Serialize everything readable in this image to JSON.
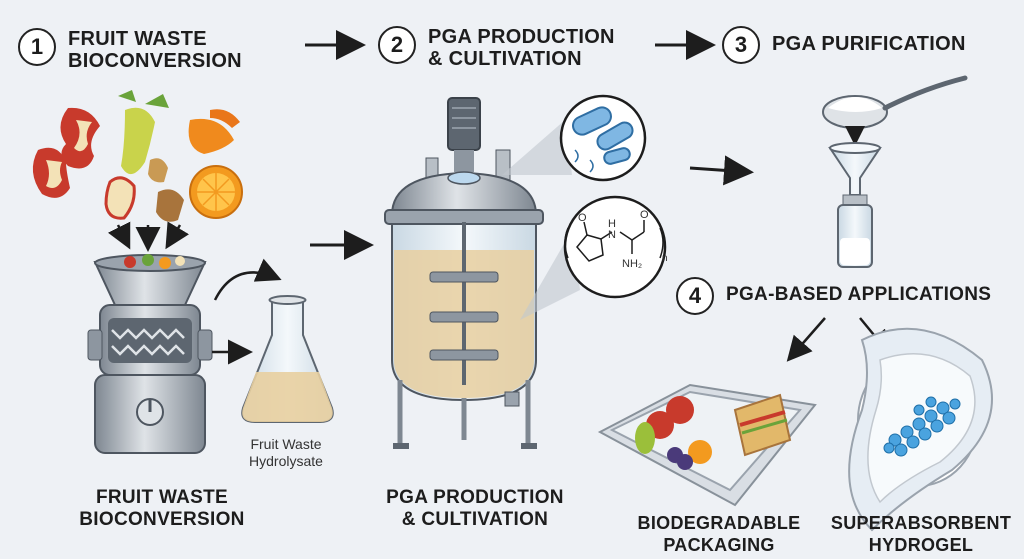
{
  "steps": [
    {
      "num": "1",
      "line1": "FRUIT WASTE",
      "line2": "BIOCONVERSION"
    },
    {
      "num": "2",
      "line1": "PGA PRODUCTION",
      "line2": "& CULTIVATION"
    },
    {
      "num": "3",
      "line1": "PGA PURIFICATION",
      "line2": ""
    },
    {
      "num": "4",
      "line1": "PGA-BASED APPLICATIONS",
      "line2": ""
    }
  ],
  "captions": {
    "hydrolysate_line1": "Fruit Waste",
    "hydrolysate_line2": "Hydrolysate",
    "bottom_left_line1": "FRUIT WASTE",
    "bottom_left_line2": "BIOCONVERSION",
    "bottom_mid_line1": "PGA PRODUCTION",
    "bottom_mid_line2": "& CULTIVATION",
    "packaging_line1": "BIODEGRADABLE",
    "packaging_line2": "PACKAGING",
    "hydrogel_line1": "SUPERABSORBENT",
    "hydrogel_line2": "HYDROGEL"
  },
  "molecule": {
    "nh": "H",
    "n": "N",
    "o1": "O",
    "o2": "O",
    "nh2": "NH₂",
    "sub": "n"
  },
  "colors": {
    "background": "#eef1f5",
    "liquid": "#e8cfa0",
    "steel": "#9aa3ad",
    "dark_steel": "#5d6670",
    "blue": "#4aa3df"
  }
}
